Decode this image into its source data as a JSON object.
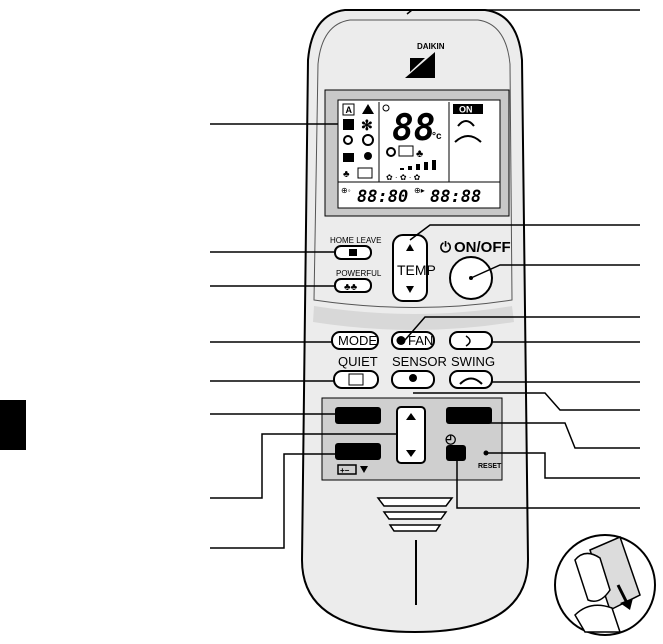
{
  "remote": {
    "brand": "DAIKIN",
    "display": {
      "temp_digits": "88",
      "temp_unit": "°c",
      "on_badge": "ON",
      "timer_on": "88:80",
      "timer_off": "88:88"
    },
    "buttons": {
      "home_leave": "HOME LEAVE",
      "powerful": "POWERFUL",
      "temp": "TEMP",
      "onoff": "ON/OFF",
      "mode": "MODE",
      "fan": "FAN",
      "quiet": "QUIET",
      "sensor": "SENSOR",
      "swing": "SWING",
      "reset": "RESET"
    }
  },
  "colors": {
    "body": "#ececec",
    "display": "#c8c8c8",
    "lcd": "#ffffff",
    "keypad": "#cfcfcf",
    "ink": "#000000"
  }
}
